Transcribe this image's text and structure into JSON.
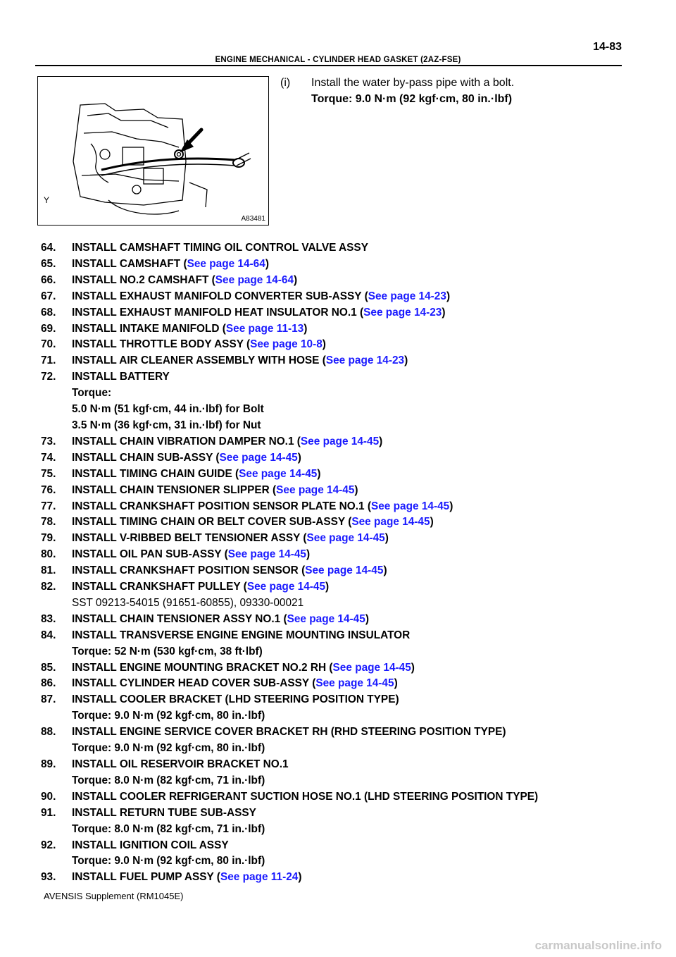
{
  "header": {
    "title": "ENGINE MECHANICAL  -  CYLINDER HEAD GASKET (2AZ-FSE)",
    "page_number": "14-83"
  },
  "figure": {
    "letter": "Y",
    "code": "A83481"
  },
  "instruction": {
    "label": "(i)",
    "text": "Install the water by-pass pipe with a bolt.",
    "torque": "Torque: 9.0 N·m (92 kgf·cm, 80 in.·lbf)"
  },
  "steps": [
    {
      "num": "64.",
      "text": "INSTALL CAMSHAFT TIMING OIL CONTROL VALVE ASSY",
      "link": "",
      "subs": []
    },
    {
      "num": "65.",
      "text": "INSTALL CAMSHAFT (",
      "link": "See page 14-64",
      "subs": []
    },
    {
      "num": "66.",
      "text": "INSTALL NO.2 CAMSHAFT (",
      "link": "See page 14-64",
      "subs": []
    },
    {
      "num": "67.",
      "text": "INSTALL EXHAUST MANIFOLD CONVERTER SUB-ASSY (",
      "link": "See page 14-23",
      "subs": []
    },
    {
      "num": "68.",
      "text": "INSTALL EXHAUST MANIFOLD HEAT INSULATOR NO.1 (",
      "link": "See page 14-23",
      "subs": []
    },
    {
      "num": "69.",
      "text": "INSTALL INTAKE MANIFOLD (",
      "link": "See page 11-13",
      "subs": []
    },
    {
      "num": "70.",
      "text": "INSTALL THROTTLE BODY ASSY (",
      "link": "See page 10-8",
      "subs": []
    },
    {
      "num": "71.",
      "text": "INSTALL AIR CLEANER ASSEMBLY WITH HOSE (",
      "link": "See page 14-23",
      "subs": []
    },
    {
      "num": "72.",
      "text": "INSTALL BATTERY",
      "link": "",
      "subs": [
        "Torque:",
        "5.0 N·m (51 kgf·cm, 44 in.·lbf) for Bolt",
        "3.5 N·m (36 kgf·cm, 31 in.·lbf) for Nut"
      ]
    },
    {
      "num": "73.",
      "text": "INSTALL CHAIN VIBRATION DAMPER NO.1 (",
      "link": "See page 14-45",
      "subs": []
    },
    {
      "num": "74.",
      "text": "INSTALL CHAIN SUB-ASSY (",
      "link": "See page 14-45",
      "subs": []
    },
    {
      "num": "75.",
      "text": "INSTALL TIMING CHAIN GUIDE (",
      "link": "See page 14-45",
      "subs": []
    },
    {
      "num": "76.",
      "text": "INSTALL CHAIN TENSIONER SLIPPER (",
      "link": "See page 14-45",
      "subs": []
    },
    {
      "num": "77.",
      "text": "INSTALL CRANKSHAFT POSITION SENSOR PLATE NO.1 (",
      "link": "See page 14-45",
      "subs": []
    },
    {
      "num": "78.",
      "text": "INSTALL TIMING CHAIN OR BELT COVER SUB-ASSY (",
      "link": "See page 14-45",
      "subs": []
    },
    {
      "num": "79.",
      "text": "INSTALL V-RIBBED BELT TENSIONER ASSY (",
      "link": "See page 14-45",
      "subs": []
    },
    {
      "num": "80.",
      "text": "INSTALL OIL PAN SUB-ASSY (",
      "link": "See page 14-45",
      "subs": []
    },
    {
      "num": "81.",
      "text": "INSTALL CRANKSHAFT POSITION SENSOR (",
      "link": "See page 14-45",
      "subs": []
    },
    {
      "num": "82.",
      "text": "INSTALL CRANKSHAFT PULLEY (",
      "link": "See page 14-45",
      "subs": [],
      "plain_subs": [
        "SST  09213-54015 (91651-60855), 09330-00021"
      ]
    },
    {
      "num": "83.",
      "text": "INSTALL CHAIN TENSIONER ASSY NO.1 (",
      "link": "See page 14-45",
      "subs": []
    },
    {
      "num": "84.",
      "text": "INSTALL TRANSVERSE ENGINE ENGINE MOUNTING INSULATOR",
      "link": "",
      "subs": [
        "Torque: 52 N·m (530 kgf·cm, 38 ft·lbf)"
      ]
    },
    {
      "num": "85.",
      "text": "INSTALL ENGINE MOUNTING BRACKET NO.2 RH (",
      "link": "See page 14-45",
      "subs": []
    },
    {
      "num": "86.",
      "text": "INSTALL CYLINDER HEAD COVER SUB-ASSY (",
      "link": "See page 14-45",
      "subs": []
    },
    {
      "num": "87.",
      "text": "INSTALL COOLER BRACKET (LHD STEERING POSITION TYPE)",
      "link": "",
      "subs": [
        "Torque: 9.0 N·m (92 kgf·cm, 80 in.·lbf)"
      ]
    },
    {
      "num": "88.",
      "text": "INSTALL ENGINE SERVICE COVER BRACKET RH (RHD STEERING POSITION TYPE)",
      "link": "",
      "subs": [
        "Torque: 9.0 N·m (92 kgf·cm, 80 in.·lbf)"
      ]
    },
    {
      "num": "89.",
      "text": "INSTALL OIL RESERVOIR BRACKET NO.1",
      "link": "",
      "subs": [
        "Torque: 8.0 N·m (82 kgf·cm, 71 in.·lbf)"
      ]
    },
    {
      "num": "90.",
      "text": "INSTALL COOLER REFRIGERANT SUCTION HOSE NO.1 (LHD STEERING POSITION TYPE)",
      "link": "",
      "subs": []
    },
    {
      "num": "91.",
      "text": "INSTALL RETURN TUBE SUB-ASSY",
      "link": "",
      "subs": [
        "Torque: 8.0 N·m (82 kgf·cm, 71 in.·lbf)"
      ]
    },
    {
      "num": "92.",
      "text": "INSTALL IGNITION COIL ASSY",
      "link": "",
      "subs": [
        "Torque: 9.0 N·m (92 kgf·cm, 80 in.·lbf)"
      ]
    },
    {
      "num": "93.",
      "text": "INSTALL FUEL PUMP ASSY (",
      "link": "See page 11-24",
      "subs": []
    }
  ],
  "link_close": ")",
  "footer": "AVENSIS Supplement  (RM1045E)",
  "watermark": "carmanualsonline.info"
}
